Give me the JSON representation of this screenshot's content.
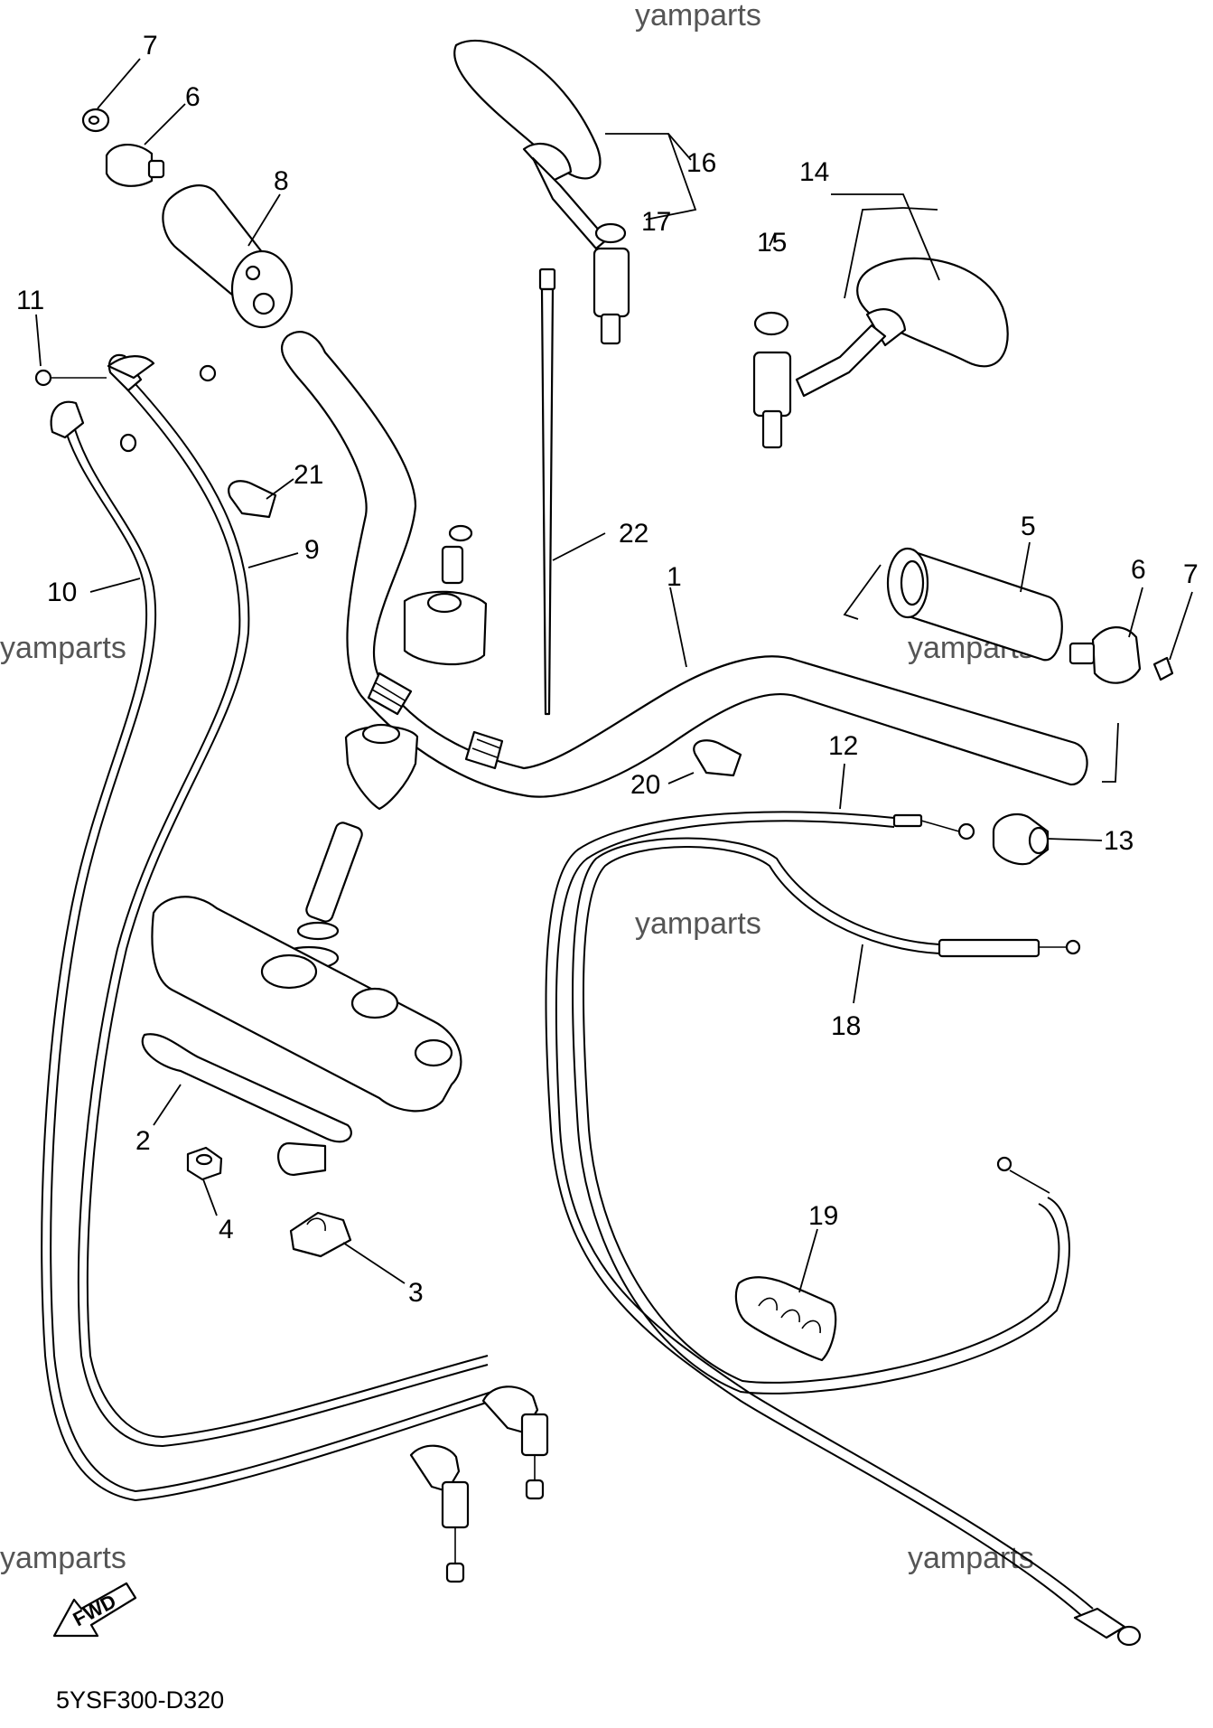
{
  "watermark": "yamparts",
  "diagram_code": "5YSF300-D320",
  "fwd_label": "FWD",
  "callouts": {
    "p1": "1",
    "p2": "2",
    "p3": "3",
    "p4": "4",
    "p5": "5",
    "p6a": "6",
    "p6b": "6",
    "p7a": "7",
    "p7b": "7",
    "p8": "8",
    "p9": "9",
    "p10": "10",
    "p11": "11",
    "p12": "12",
    "p13": "13",
    "p14": "14",
    "p15": "15",
    "p16": "16",
    "p17": "17",
    "p18": "18",
    "p19": "19",
    "p20": "20",
    "p21": "21",
    "p22": "22"
  }
}
